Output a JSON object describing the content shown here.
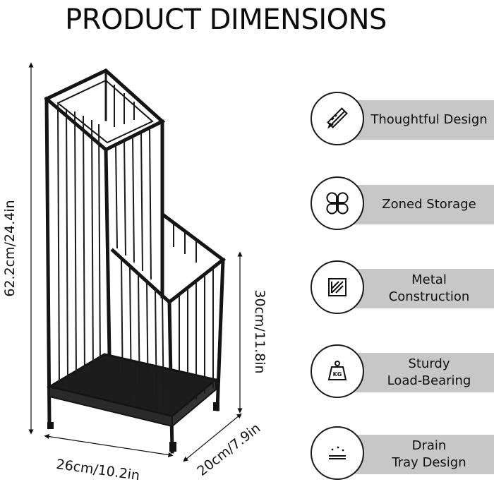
{
  "title": "PRODUCT DIMENSIONS",
  "dimensions": {
    "height_total": "62.2cm/24.4in",
    "height_lower": "30cm/11.8in",
    "width": "26cm/10.2in",
    "depth": "20cm/7.9in"
  },
  "features": [
    {
      "label": "Thoughtful Design",
      "icon": "pencil-ruler-icon"
    },
    {
      "label": "Zoned Storage",
      "icon": "four-petal-icon"
    },
    {
      "label": "Metal\nConstruction",
      "icon": "metal-panel-icon"
    },
    {
      "label": "Sturdy\nLoad-Bearing",
      "icon": "kg-weight-icon"
    },
    {
      "label": "Drain\nTray Design",
      "icon": "drain-tray-icon"
    }
  ],
  "weight_icon_text": "KG",
  "colors": {
    "feature_bar": "#c7c7c7",
    "frame": "#111111",
    "dimension_line": "#111111"
  }
}
